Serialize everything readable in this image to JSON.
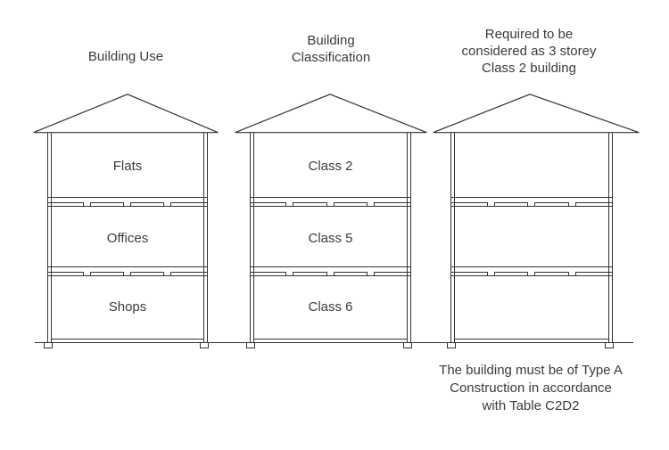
{
  "diagram": {
    "buildings": [
      {
        "title": "Building Use",
        "floors": [
          "Flats",
          "Offices",
          "Shops"
        ]
      },
      {
        "title": "Building\nClassification",
        "floors": [
          "Class 2",
          "Class 5",
          "Class 6"
        ]
      },
      {
        "title": "Required to be\nconsidered as 3 storey\nClass 2 building",
        "floors": [
          "",
          "",
          ""
        ]
      }
    ],
    "note": "The building must be of Type A\nConstruction in accordance\nwith Table C2D2",
    "colors": {
      "line": "#333333",
      "text": "#3b3b3b",
      "background": "#ffffff"
    }
  }
}
